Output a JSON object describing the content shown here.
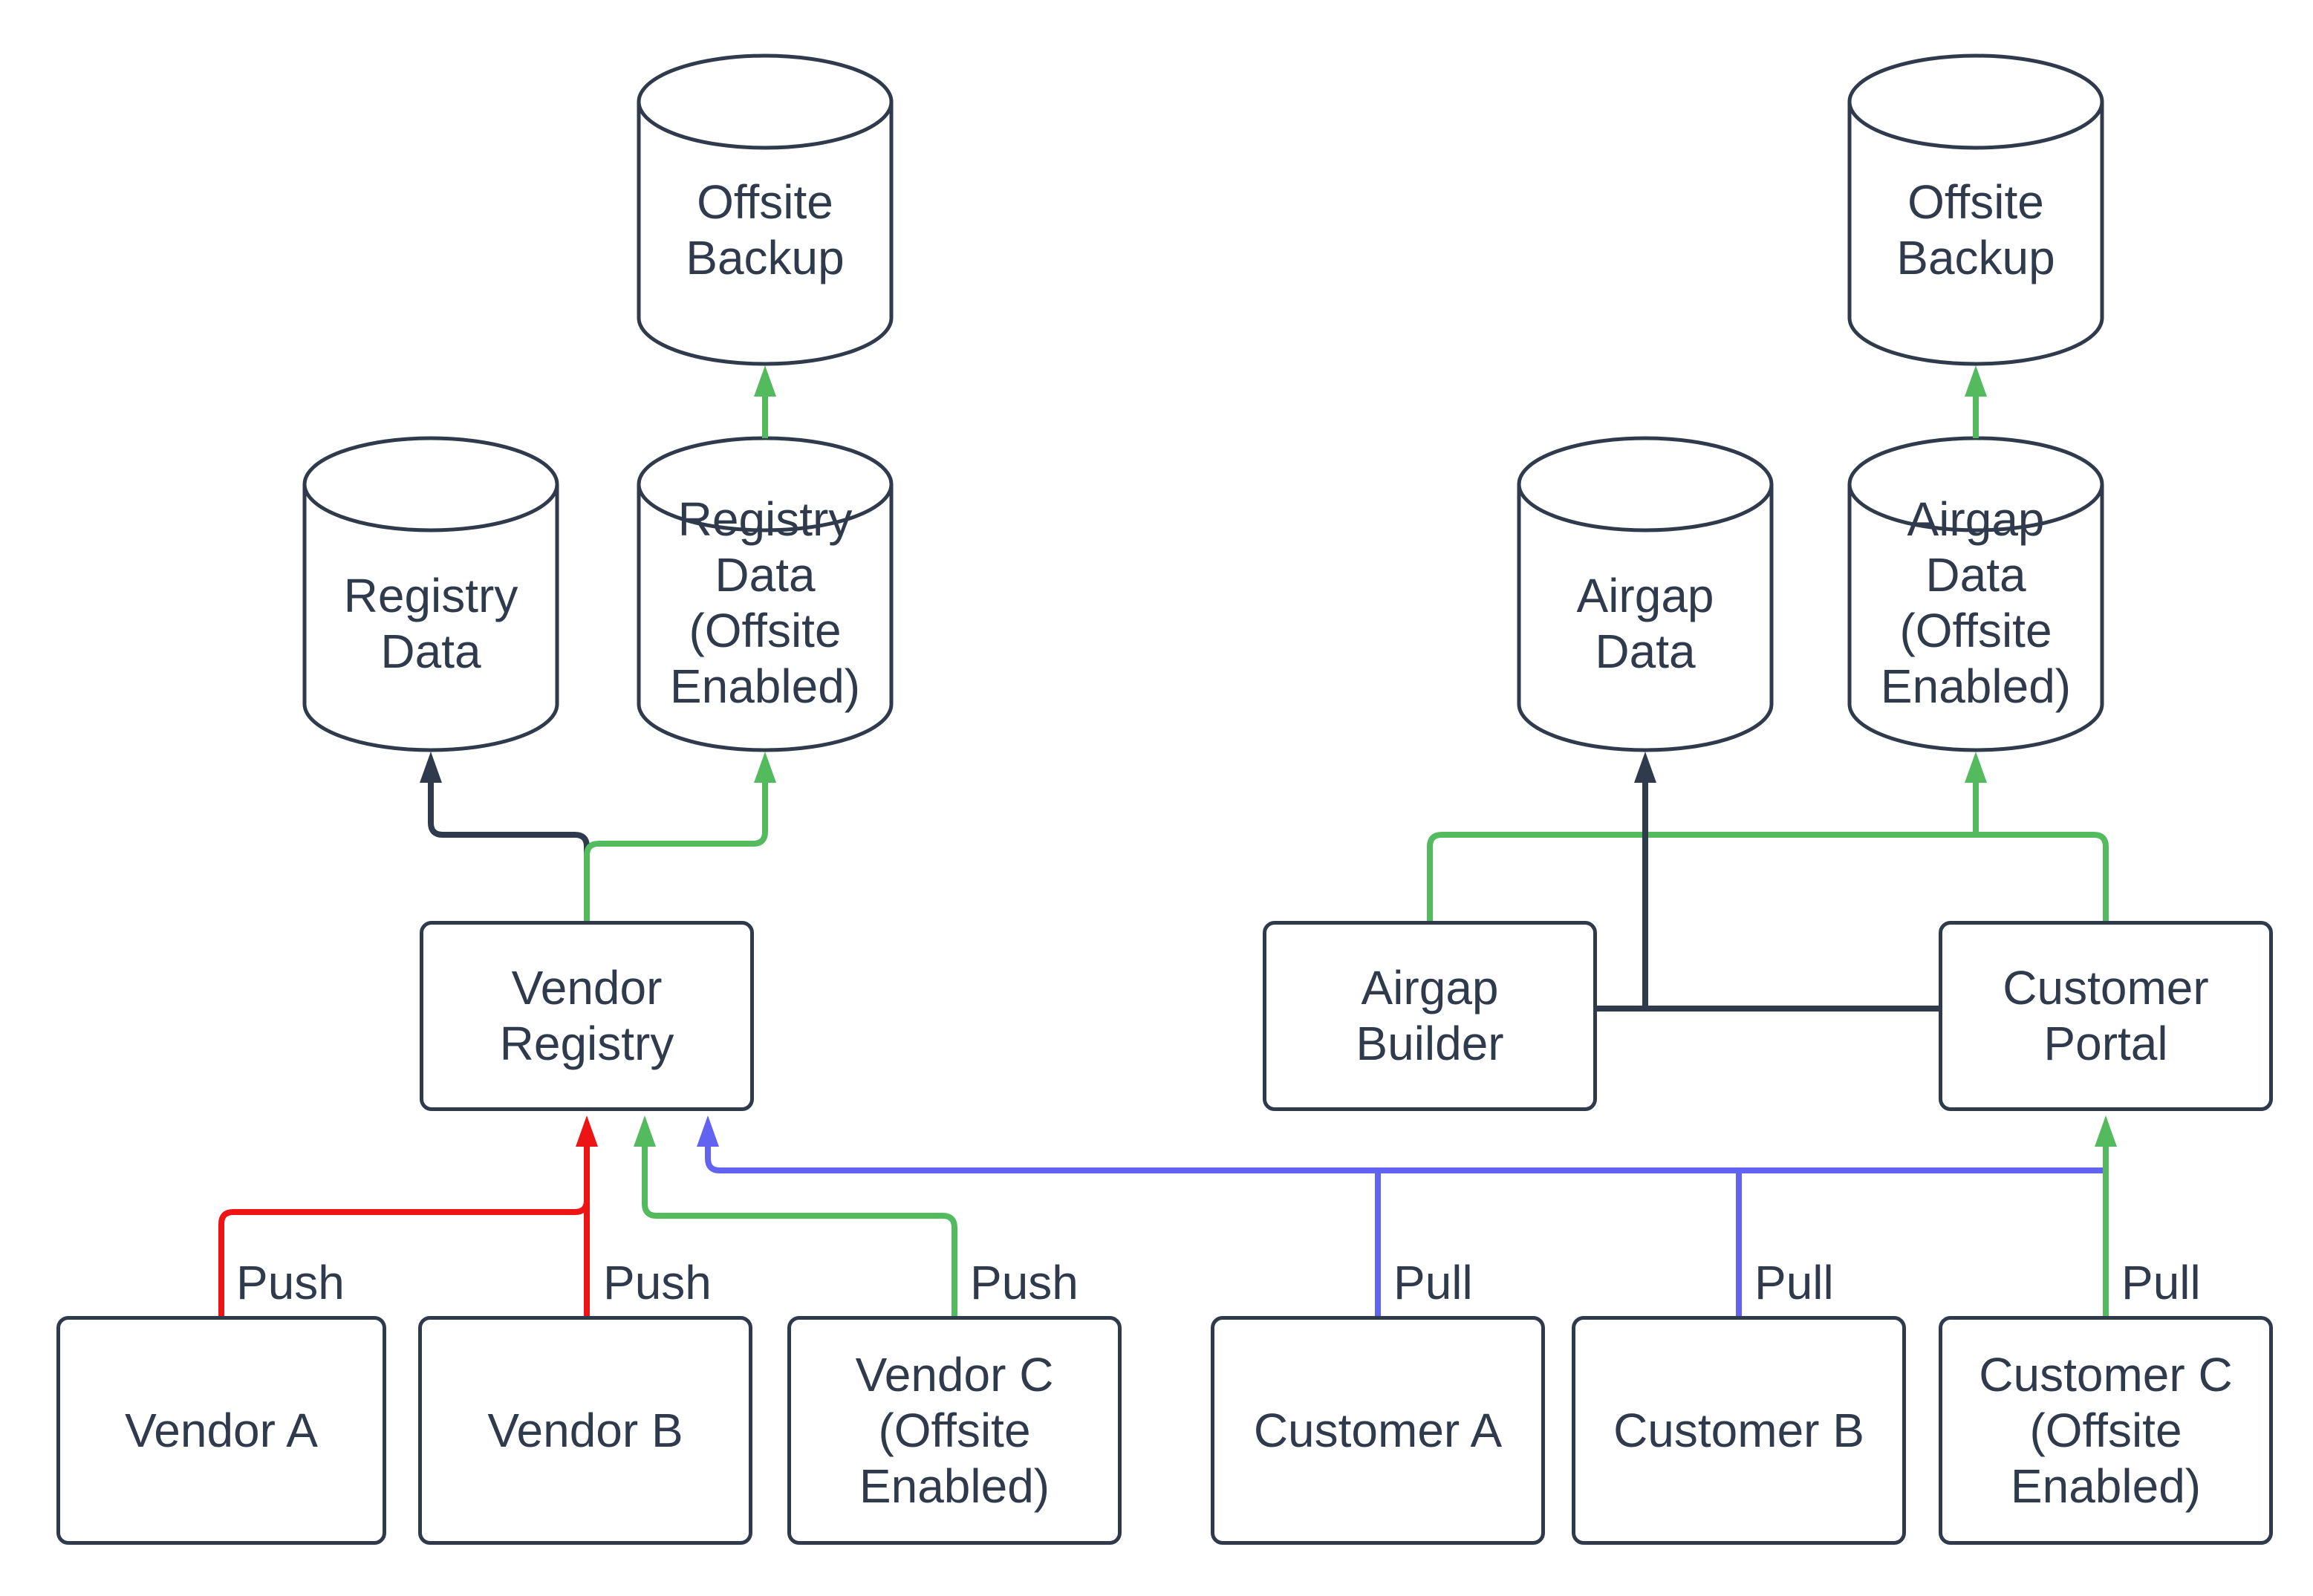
{
  "colors": {
    "dark": "#2F3A4C",
    "red": "#EC1414",
    "green": "#54BA5E",
    "blue": "#6363F2",
    "background": "#FFFFFF"
  },
  "nodes": {
    "offsite_backup_left": "Offsite\nBackup",
    "registry_data": "Registry\nData",
    "registry_data_offsite": "Registry\nData\n(Offsite\nEnabled)",
    "vendor_registry": "Vendor\nRegistry",
    "vendor_a": "Vendor A",
    "vendor_b": "Vendor B",
    "vendor_c": "Vendor C\n(Offsite\nEnabled)",
    "airgap_data": "Airgap\nData",
    "airgap_data_offsite": "Airgap\nData\n(Offsite\nEnabled)",
    "offsite_backup_right": "Offsite\nBackup",
    "airgap_builder": "Airgap\nBuilder",
    "customer_portal": "Customer\nPortal",
    "customer_a": "Customer A",
    "customer_b": "Customer B",
    "customer_c": "Customer C\n(Offsite\nEnabled)"
  },
  "edge_labels": [
    "Push",
    "Push",
    "Push",
    "Pull",
    "Pull",
    "Pull"
  ],
  "edges": [
    {
      "from": "Vendor A",
      "to": "Vendor Registry",
      "label": "Push",
      "color": "red"
    },
    {
      "from": "Vendor B",
      "to": "Vendor Registry",
      "label": "Push",
      "color": "red"
    },
    {
      "from": "Vendor C (Offsite Enabled)",
      "to": "Vendor Registry",
      "label": "Push",
      "color": "green"
    },
    {
      "from": "Customer A",
      "to": "Vendor Registry",
      "label": "Pull",
      "color": "blue"
    },
    {
      "from": "Customer B",
      "to": "Vendor Registry",
      "label": "Pull",
      "color": "blue"
    },
    {
      "from": "Customer C (Offsite Enabled)",
      "to": "Customer Portal",
      "label": "Pull",
      "color": "green"
    },
    {
      "from": "Vendor Registry",
      "to": "Registry Data",
      "color": "dark"
    },
    {
      "from": "Vendor Registry",
      "to": "Registry Data (Offsite Enabled)",
      "color": "green"
    },
    {
      "from": "Registry Data (Offsite Enabled)",
      "to": "Offsite Backup",
      "color": "green"
    },
    {
      "from": "Airgap Builder",
      "to": "Airgap Data",
      "color": "dark"
    },
    {
      "from": "Customer Portal",
      "to": "Airgap Data",
      "color": "dark"
    },
    {
      "from": "Airgap Builder",
      "to": "Airgap Data (Offsite Enabled)",
      "color": "green"
    },
    {
      "from": "Customer Portal",
      "to": "Airgap Data (Offsite Enabled)",
      "color": "green"
    },
    {
      "from": "Airgap Data (Offsite Enabled)",
      "to": "Offsite Backup",
      "color": "green"
    }
  ]
}
